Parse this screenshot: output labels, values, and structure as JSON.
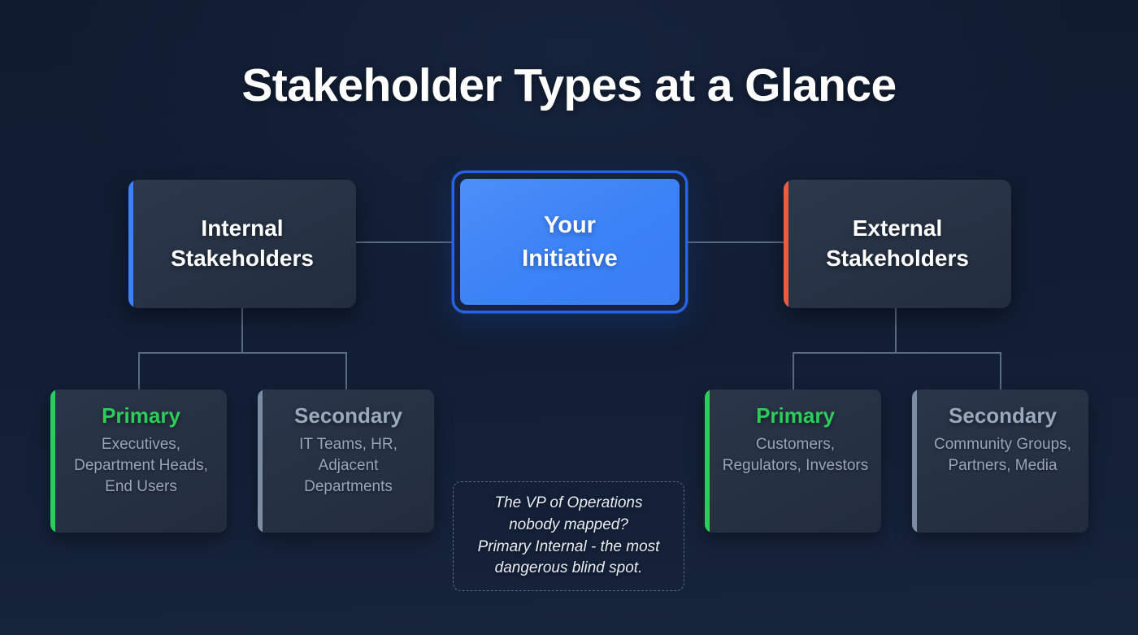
{
  "title": "Stakeholder Types at a Glance",
  "center": {
    "label": "Your\nInitiative",
    "line1": "Your",
    "line2": "Initiative",
    "fill_color": "#3b82f6",
    "ring_color": "#2563eb"
  },
  "branches": [
    {
      "id": "internal",
      "line1": "Internal",
      "line2": "Stakeholders",
      "accent_color": "#3b82f6"
    },
    {
      "id": "external",
      "line1": "External",
      "line2": "Stakeholders",
      "accent_color": "#ef5b40"
    }
  ],
  "leaves": [
    {
      "id": "internal-primary",
      "title": "Primary",
      "title_color": "#2ecc5a",
      "accent_color": "#2ecc5a",
      "body": "Executives, Department Heads, End Users"
    },
    {
      "id": "internal-secondary",
      "title": "Secondary",
      "title_color": "#9aa9bd",
      "accent_color": "#7c8ca3",
      "body": "IT Teams, HR, Adjacent Departments"
    },
    {
      "id": "external-primary",
      "title": "Primary",
      "title_color": "#2ecc5a",
      "accent_color": "#2ecc5a",
      "body": "Customers, Regulators, Investors"
    },
    {
      "id": "external-secondary",
      "title": "Secondary",
      "title_color": "#9aa9bd",
      "accent_color": "#7c8ca3",
      "body": "Community Groups, Partners, Media"
    }
  ],
  "callout": {
    "line1": "The VP of Operations",
    "line2": "nobody mapped?",
    "line3": "Primary Internal - the most",
    "line4": "dangerous blind spot.",
    "text": "The VP of Operations nobody mapped? Primary Internal - the most dangerous blind spot."
  },
  "theme": {
    "background": "#111d33",
    "card_background": "#273345",
    "connector_color": "#5c6b80",
    "text_primary": "#ffffff",
    "text_muted": "#97a6ba"
  }
}
